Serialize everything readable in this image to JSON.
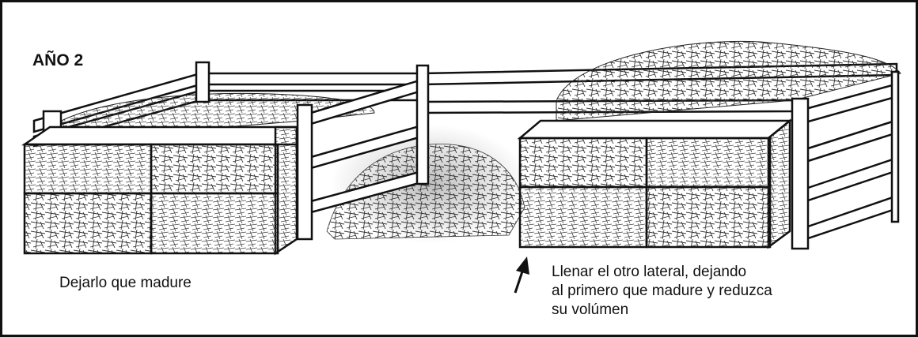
{
  "title": "AÑO 2",
  "caption_left": "Dejarlo que madure",
  "caption_right": {
    "lines": [
      "Llenar el otro lateral, dejando",
      "al primero que madure y reduzca",
      "su volúmen"
    ]
  },
  "icons": {
    "pointer": "up-arrow-icon"
  }
}
